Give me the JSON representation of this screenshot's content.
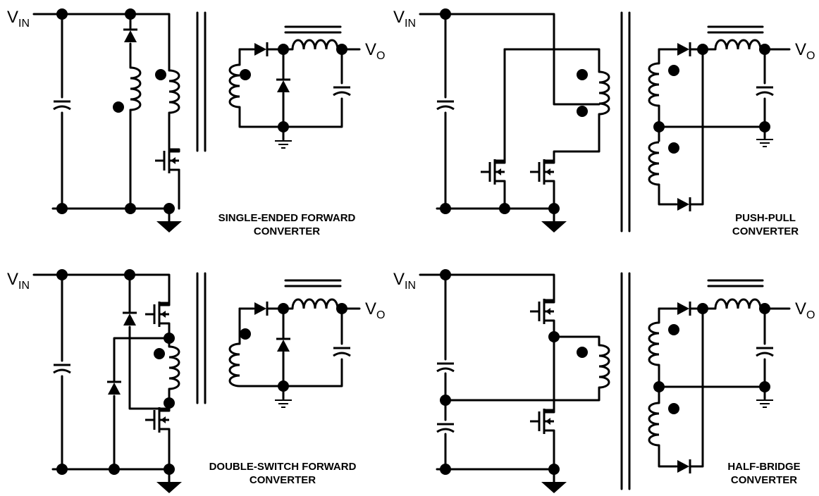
{
  "labels": {
    "vin_main": "V",
    "vin_sub": "IN",
    "vo_main": "V",
    "vo_sub": "O"
  },
  "captions": {
    "single_ended": [
      "SINGLE-ENDED FORWARD",
      "CONVERTER"
    ],
    "push_pull": [
      "PUSH-PULL",
      "CONVERTER"
    ],
    "double_switch": [
      "DOUBLE-SWITCH FORWARD",
      "CONVERTER"
    ],
    "half_bridge": [
      "HALF-BRIDGE",
      "CONVERTER"
    ]
  }
}
